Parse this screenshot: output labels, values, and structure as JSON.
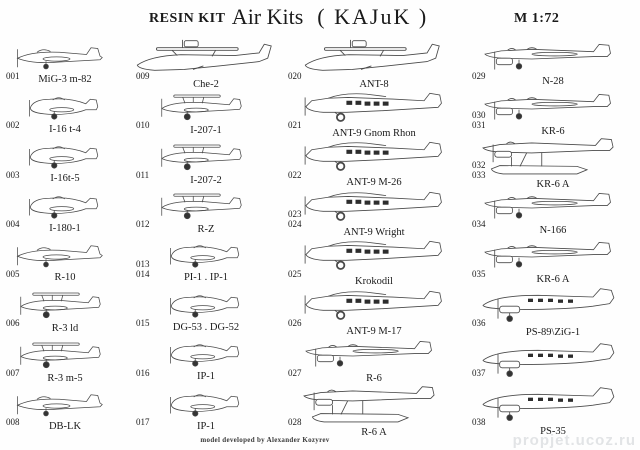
{
  "header": {
    "left": "RESIN KIT",
    "title_main": "Air Kits",
    "title_paren": "( KAJuK )",
    "right": "M 1:72"
  },
  "footer": {
    "credit": "model developed by Alexander Kozyrev",
    "watermark": "propjet.ucoz.ru"
  },
  "colors": {
    "paper": "#fefefe",
    "ink": "#1a1a1a",
    "drawing": "#4a4a4a",
    "watermark": "#e2e4e6"
  },
  "columns": [
    {
      "items": [
        {
          "numbers": [
            "001"
          ],
          "name": "MiG-3 m-82",
          "shape": "fighter"
        },
        {
          "numbers": [
            "002"
          ],
          "name": "I-16 t-4",
          "shape": "stubby"
        },
        {
          "numbers": [
            "003"
          ],
          "name": "I-16t-5",
          "shape": "stubby"
        },
        {
          "numbers": [
            "004"
          ],
          "name": "I-180-1",
          "shape": "stubby"
        },
        {
          "numbers": [
            "005"
          ],
          "name": "R-10",
          "shape": "fighter"
        },
        {
          "numbers": [
            "006"
          ],
          "name": "R-3 ld",
          "shape": "biplane"
        },
        {
          "numbers": [
            "007"
          ],
          "name": "R-3 m-5",
          "shape": "biplane"
        },
        {
          "numbers": [
            "008"
          ],
          "name": "DB-LK",
          "shape": "fighter"
        }
      ]
    },
    {
      "items": [
        {
          "numbers": [
            "009"
          ],
          "name": "Che-2",
          "shape": "flyingboat"
        },
        {
          "numbers": [
            "010"
          ],
          "name": "I-207-1",
          "shape": "biplane"
        },
        {
          "numbers": [
            "011"
          ],
          "name": "I-207-2",
          "shape": "biplane"
        },
        {
          "numbers": [
            "012"
          ],
          "name": "R-Z",
          "shape": "biplane"
        },
        {
          "numbers": [
            "013",
            "014"
          ],
          "name": "PI-1 . IP-1",
          "shape": "stubby"
        },
        {
          "numbers": [
            "015"
          ],
          "name": "DG-53 . DG-52",
          "shape": "stubby"
        },
        {
          "numbers": [
            "016"
          ],
          "name": "IP-1",
          "shape": "stubby"
        },
        {
          "numbers": [
            "017"
          ],
          "name": "IP-1",
          "shape": "stubby"
        }
      ]
    },
    {
      "items": [
        {
          "numbers": [
            "020"
          ],
          "name": "ANT-8",
          "shape": "flyingboat"
        },
        {
          "numbers": [
            "021"
          ],
          "name": "ANT-9 Gnom Rhon",
          "shape": "transport"
        },
        {
          "numbers": [
            "022"
          ],
          "name": "ANT-9 M-26",
          "shape": "transport"
        },
        {
          "numbers": [
            "023",
            "024"
          ],
          "name": "ANT-9 Wright",
          "shape": "transport"
        },
        {
          "numbers": [
            "025"
          ],
          "name": "Krokodil",
          "shape": "transport"
        },
        {
          "numbers": [
            "026"
          ],
          "name": "ANT-9 M-17",
          "shape": "transport"
        },
        {
          "numbers": [
            "027"
          ],
          "name": "R-6",
          "shape": "twin"
        },
        {
          "numbers": [
            "028"
          ],
          "name": "R-6 A",
          "shape": "floatplane"
        }
      ]
    },
    {
      "items": [
        {
          "numbers": [
            "029"
          ],
          "name": "N-28",
          "shape": "twin"
        },
        {
          "numbers": [
            "030",
            "031"
          ],
          "name": "KR-6",
          "shape": "twin"
        },
        {
          "numbers": [
            "032",
            "033"
          ],
          "name": "KR-6 A",
          "shape": "floatplane"
        },
        {
          "numbers": [
            "034"
          ],
          "name": "N-166",
          "shape": "twin"
        },
        {
          "numbers": [
            "035"
          ],
          "name": "KR-6 A",
          "shape": "twin"
        },
        {
          "numbers": [
            "036"
          ],
          "name": "PS-89\\ZiG-1",
          "shape": "airliner"
        },
        {
          "numbers": [
            "037"
          ],
          "name": "",
          "shape": "airliner"
        },
        {
          "numbers": [
            "038"
          ],
          "name": "PS-35",
          "shape": "airliner"
        }
      ]
    }
  ]
}
